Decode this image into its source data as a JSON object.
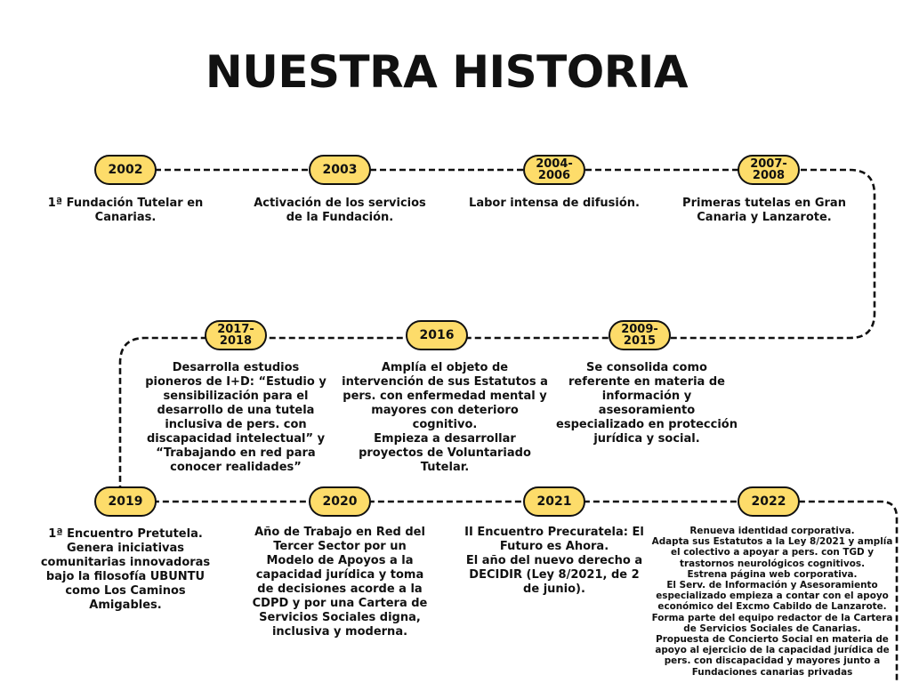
{
  "title": "NUESTRA HISTORIA",
  "colors": {
    "pill_fill": "#fddc6a",
    "line": "#111111",
    "background": "#ffffff"
  },
  "events": [
    {
      "year": "2002",
      "text": "1ª Fundación Tutelar en\nCanarias."
    },
    {
      "year": "2003",
      "text": "Activación de los servicios\nde la Fundación."
    },
    {
      "year": "2004-\n2006",
      "text": "Labor intensa de difusión."
    },
    {
      "year": "2007-\n2008",
      "text": "Primeras tutelas en Gran\nCanaria y Lanzarote."
    },
    {
      "year": "2009-\n2015",
      "text": "Se consolida como\nreferente en materia de\ninformación y\nasesoramiento\nespecializado en protección\njurídica y social."
    },
    {
      "year": "2016",
      "text": "Amplía el objeto de\nintervención de sus Estatutos a\npers. con enfermedad mental y\nmayores con deterioro\ncognitivo.\nEmpieza a desarrollar\nproyectos de Voluntariado\nTutelar."
    },
    {
      "year": "2017-\n2018",
      "text": "Desarrolla estudios\npioneros de I+D: “Estudio y\nsensibilización para el\ndesarrollo de una tutela\ninclusiva de pers. con\ndiscapacidad intelectual” y\n“Trabajando en red para\nconocer realidades”"
    },
    {
      "year": "2019",
      "text": "1ª Encuentro Pretutela.\nGenera iniciativas\ncomunitarias innovadoras\nbajo la filosofía UBUNTU\ncomo Los Caminos\nAmigables."
    },
    {
      "year": "2020",
      "text": "Año de Trabajo en Red del\nTercer Sector por un\nModelo de Apoyos a la\ncapacidad jurídica y toma\nde decisiones acorde a la\nCDPD y por una Cartera de\nServicios Sociales digna,\ninclusiva y moderna."
    },
    {
      "year": "2021",
      "text": "II Encuentro Precuratela: El\nFuturo es Ahora.\nEl año del nuevo derecho a\nDECIDIR (Ley 8/2021, de 2\nde junio)."
    },
    {
      "year": "2022",
      "text": "Renueva identidad corporativa.\nAdapta sus Estatutos a la Ley 8/2021 y amplía\nel colectivo a apoyar a pers. con TGD y\ntrastornos neurológicos cognitivos.\nEstrena página web corporativa.\nEl Serv. de Información y Asesoramiento\nespecializado empieza a contar con el apoyo\neconómico del Excmo Cabildo de Lanzarote.\nForma parte del equipo redactor de la Cartera\nde Servicios Sociales de Canarias.\nPropuesta de Concierto Social en materia de\napoyo al ejercicio de la capacidad jurídica de\npers. con discapacidad y mayores junto a\nFundaciones canarias privadas"
    }
  ]
}
